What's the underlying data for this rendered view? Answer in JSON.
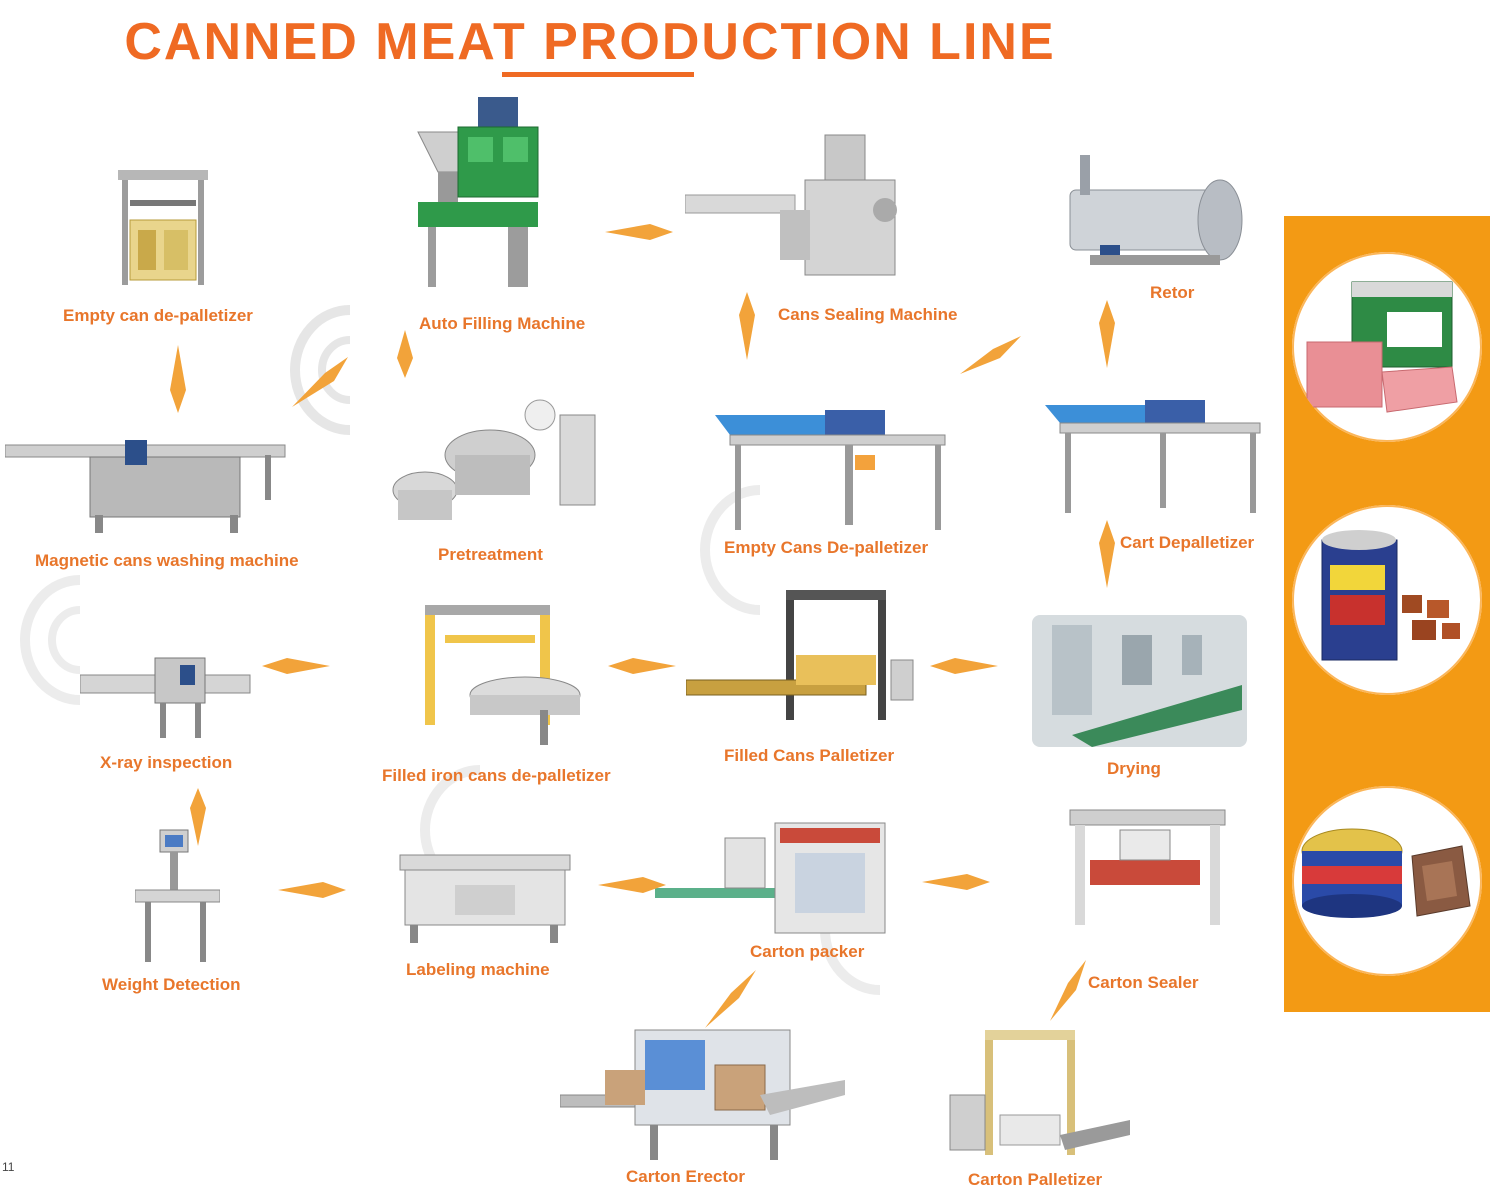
{
  "title": "CANNED MEAT PRODUCTION LINE",
  "colors": {
    "accent": "#ef6a23",
    "label": "#e8762b",
    "panel": "#f39a14",
    "arrow": "#f2a33a"
  },
  "steps": {
    "empty_can_depalletizer": "Empty can de-palletizer",
    "auto_filling": "Auto Filling Machine",
    "cans_sealing": "Cans Sealing Machine",
    "retor": "Retor",
    "magnetic_washing": "Magnetic cans washing machine",
    "pretreatment": "Pretreatment",
    "empty_cans_depalletizer": "Empty Cans De-palletizer",
    "cart_depalletizer": "Cart Depalletizer",
    "xray": "X-ray inspection",
    "filled_iron_depalletizer": "Filled iron cans de-palletizer",
    "filled_cans_palletizer": "Filled Cans Palletizer",
    "drying": "Drying",
    "weight_detection": "Weight Detection",
    "labeling": "Labeling machine",
    "carton_packer": "Carton packer",
    "carton_sealer": "Carton Sealer",
    "carton_erector": "Carton Erector",
    "carton_palletizer": "Carton Palletizer"
  },
  "icons": [
    "luncheon-meat-can-icon",
    "meat-chunks-can-icon",
    "tuna-can-icon"
  ],
  "corner_text": "11"
}
